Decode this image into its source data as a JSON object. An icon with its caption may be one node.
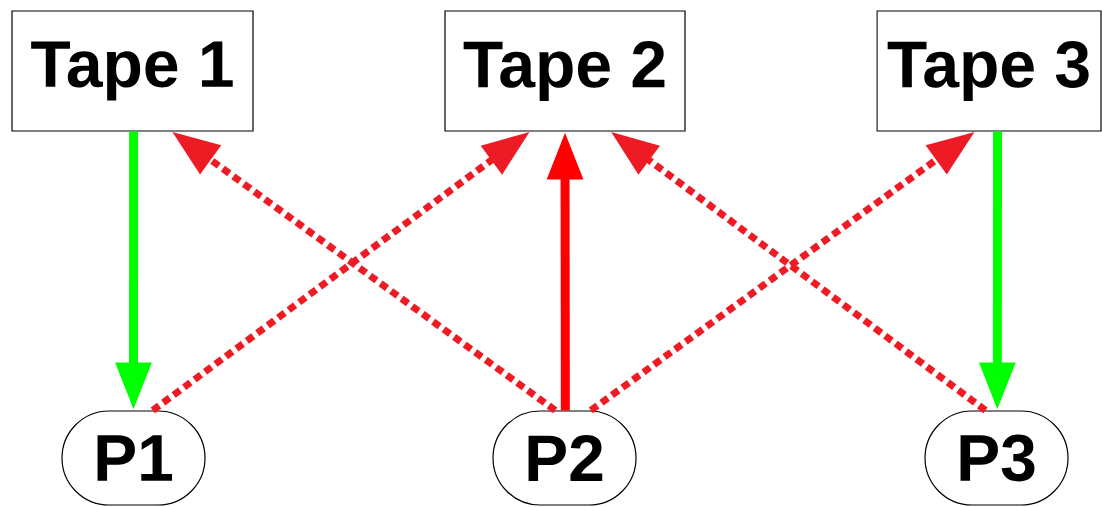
{
  "diagram": {
    "nodes": [
      {
        "text": [
          "Tape 1"
        ]
      },
      {
        "text": [
          "Tape 2"
        ]
      },
      {
        "text": [
          "Tape 3"
        ]
      },
      {
        "text": [
          "P1"
        ]
      },
      {
        "text": [
          "P2"
        ]
      },
      {
        "text": [
          "P3"
        ]
      }
    ],
    "edges": [
      {
        "from": 0,
        "to": 3,
        "arrow": "to",
        "color": "#00ff00"
      },
      {
        "from": 3,
        "to": 1,
        "arrow": "to",
        "style": "dashed"
      },
      {
        "from": 4,
        "to": 0,
        "arrow": "to",
        "style": "dashed"
      },
      {
        "from": 4,
        "to": 1,
        "arrow": "to",
        "color": "#ff0000"
      },
      {
        "from": 4,
        "to": 2,
        "arrow": "to",
        "style": "dashed"
      },
      {
        "from": 5,
        "to": 1,
        "arrow": "to",
        "style": "dashed"
      },
      {
        "from": 2,
        "to": 5,
        "arrow": "to",
        "color": "#00ff00"
      }
    ]
  }
}
